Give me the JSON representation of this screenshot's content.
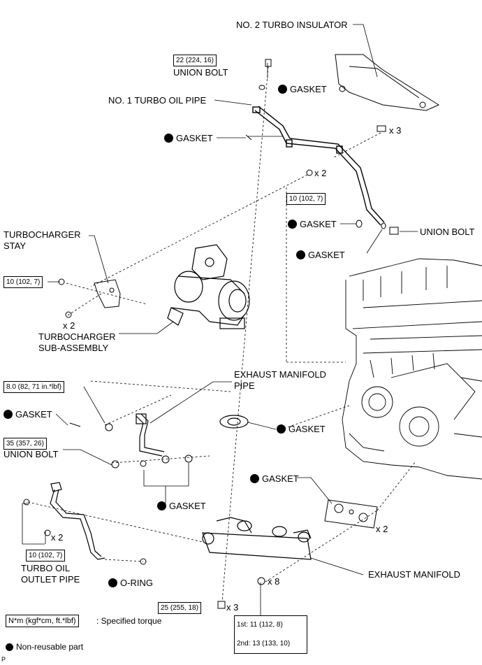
{
  "labels": {
    "no2_turbo_insulator": "NO. 2 TURBO INSULATOR",
    "union_bolt_top": "UNION BOLT",
    "gasket_top": "GASKET",
    "no1_turbo_oil_pipe": "NO. 1 TURBO OIL PIPE",
    "gasket_left_top": "GASKET",
    "gasket_right_1": "GASKET",
    "union_bolt_right": "UNION BOLT",
    "gasket_right_2": "GASKET",
    "turbocharger_stay_1": "TURBOCHARGER",
    "turbocharger_stay_2": "STAY",
    "turbocharger_sub_1": "TURBOCHARGER",
    "turbocharger_sub_2": "SUB-ASSEMBLY",
    "exhaust_manifold_pipe_1": "EXHAUST MANIFOLD",
    "exhaust_manifold_pipe_2": "PIPE",
    "gasket_mid_left": "GASKET",
    "gasket_mid_right": "GASKET",
    "union_bolt_mid": "UNION BOLT",
    "gasket_lower_right": "GASKET",
    "gasket_lower_mid": "GASKET",
    "turbo_oil_outlet_1": "TURBO OIL",
    "turbo_oil_outlet_2": "OUTLET PIPE",
    "o_ring": "O-RING",
    "exhaust_manifold": "EXHAUST MANIFOLD",
    "page_mark": "P"
  },
  "torques": {
    "union_bolt_top": "22 (224, 16)",
    "pipe_bolts": "10 (102, 7)",
    "stay_bolt": "10 (102, 7)",
    "manifold_pipe": "8.0 (82, 71 in.*lbf)",
    "union_bolt_mid": "35 (357, 26)",
    "outlet_pipe": "10 (102, 7)",
    "turbo_nuts": "25 (255, 18)",
    "manifold_1st": "1st: 11 (112, 8)",
    "manifold_2nd": "2nd: 13 (133, 10)"
  },
  "quantities": {
    "insulator_bolts": "x 3",
    "pipe_bolts": "x 2",
    "stay_bolts": "x 2",
    "outlet_bolts": "x 2",
    "manifold_gasket": "x 2",
    "manifold_nuts": "x 8",
    "turbo_nuts": "x 3"
  },
  "legend": {
    "torque_unit": "N*m (kgf*cm, ft.*lbf)",
    "torque_desc": ": Specified torque",
    "non_reusable": "Non-reusable part"
  }
}
